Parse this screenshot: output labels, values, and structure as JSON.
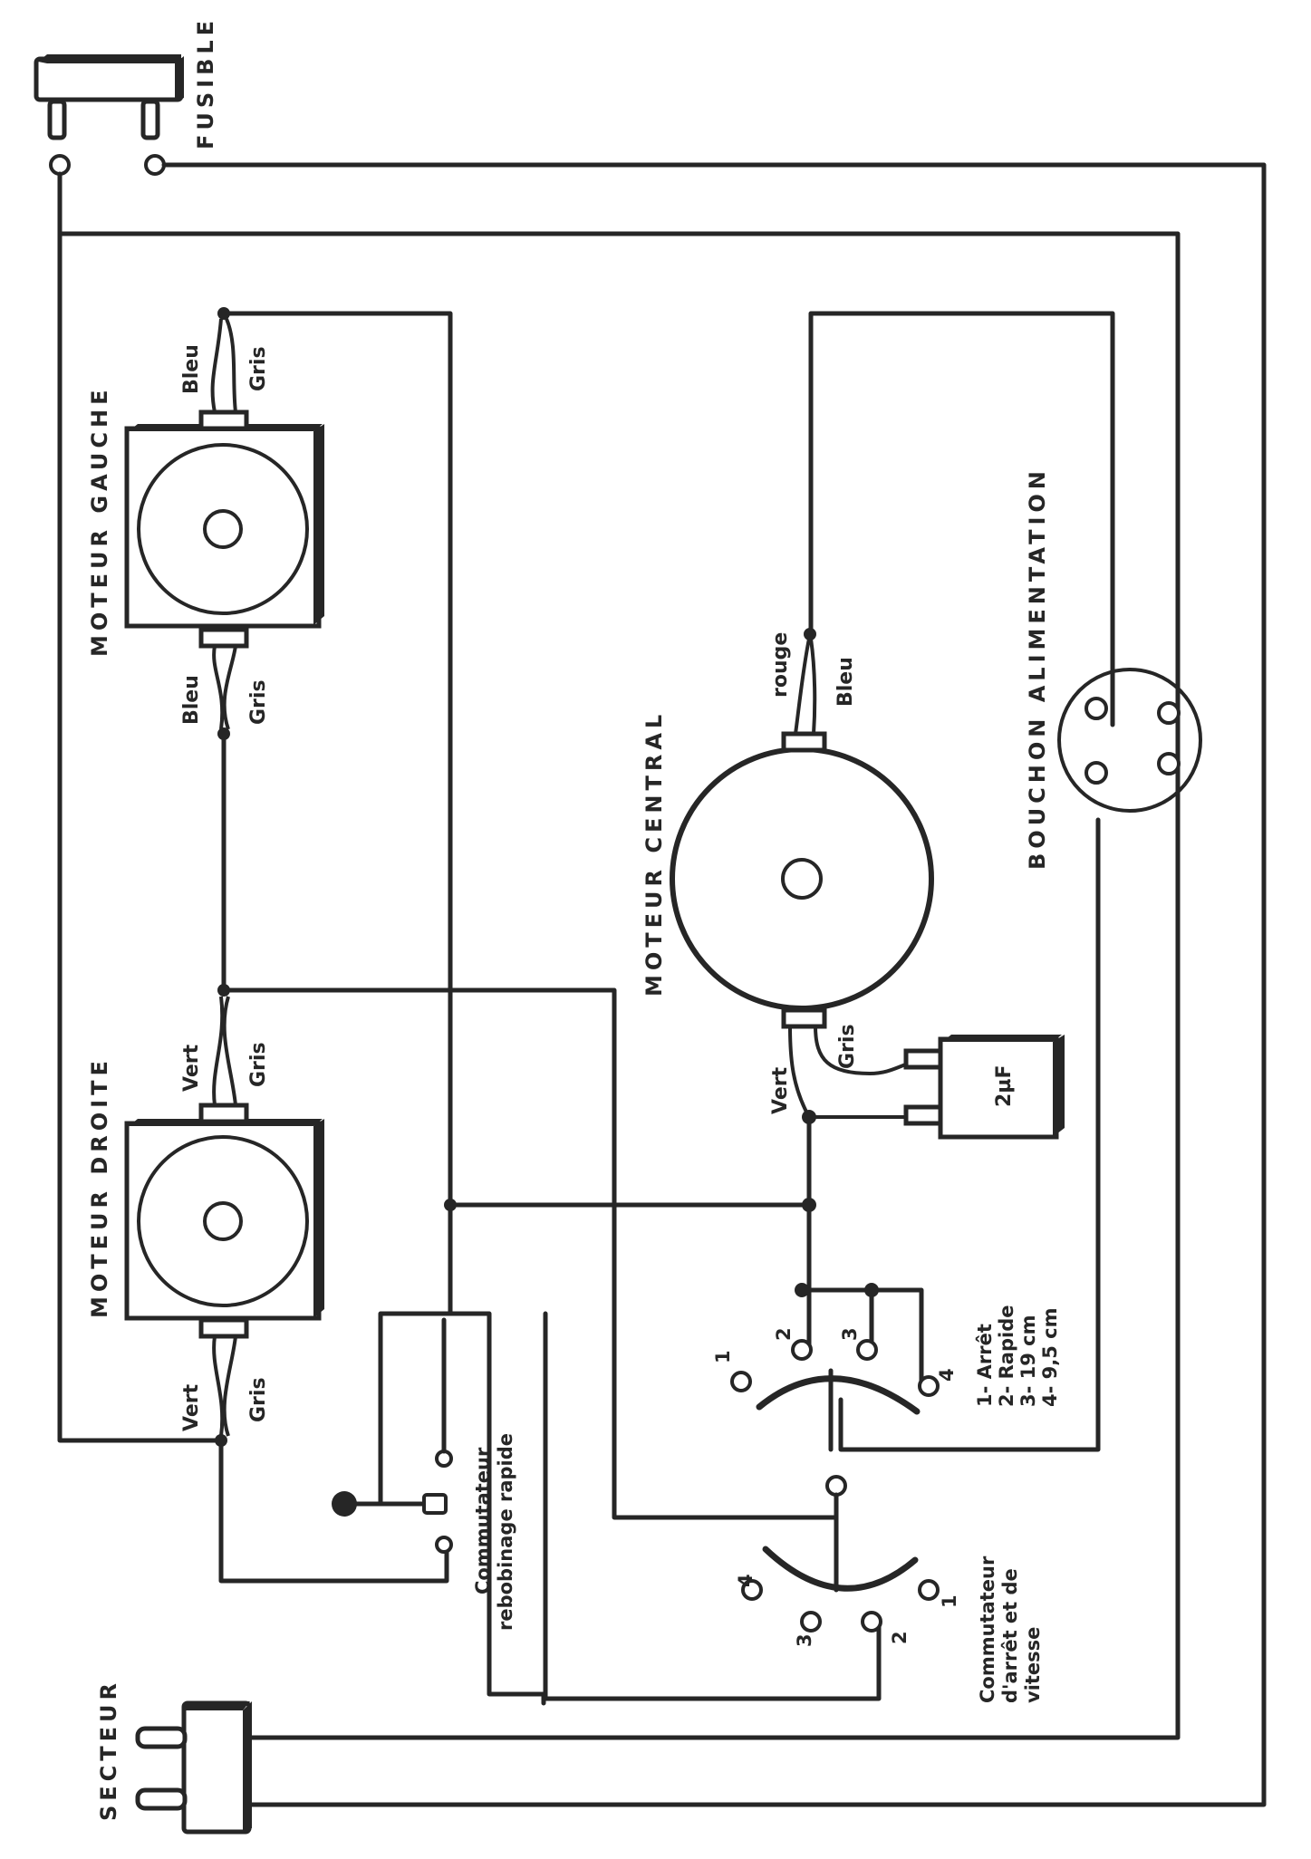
{
  "title": "Schéma de câblage magnétophone",
  "labels": {
    "fusible": "FUSIBLE",
    "secteur": "SECTEUR",
    "moteur_gauche": "MOTEUR GAUCHE",
    "moteur_droite": "MOTEUR DROITE",
    "moteur_central": "MOTEUR CENTRAL",
    "bouchon": "BOUCHON ALIMENTATION",
    "capacitor": "2µF",
    "rewind_switch": [
      "Commutateur",
      "rebobinage rapide"
    ],
    "speed_switch": [
      "Commutateur",
      "d'arrêt et de",
      "vitesse"
    ]
  },
  "wires": {
    "gauche_top": [
      "Bleu",
      "Gris"
    ],
    "gauche_bottom": [
      "Bleu",
      "Gris"
    ],
    "droite_top": [
      "Vert",
      "Gris"
    ],
    "droite_bottom": [
      "Vert",
      "Gris"
    ],
    "central_top": [
      "rouge",
      "Bleu"
    ],
    "central_bottom": [
      "Vert",
      "Gris"
    ]
  },
  "speed_positions": {
    "upper": [
      "1",
      "2",
      "3",
      "4"
    ],
    "lower": [
      "4",
      "3",
      "2",
      "1"
    ]
  },
  "legend": [
    "1- Arrêt",
    "2- Rapide",
    "3- 19 cm",
    "4- 9,5 cm"
  ]
}
